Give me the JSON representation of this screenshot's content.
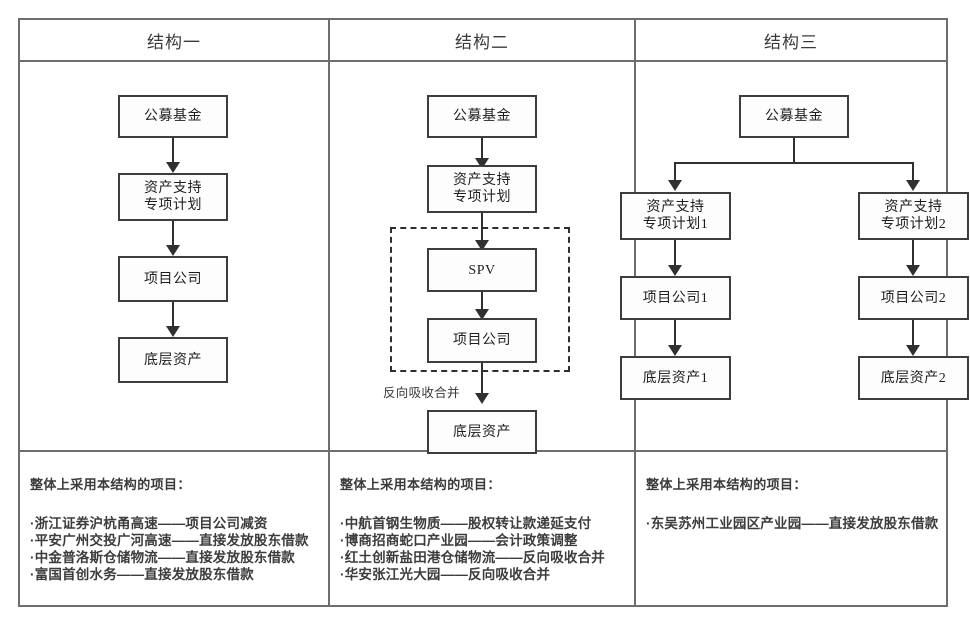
{
  "columns": [
    {
      "header": "结构一",
      "nodes": [
        {
          "label": "公募基金"
        },
        {
          "label": "资产支持\n专项计划"
        },
        {
          "label": "项目公司"
        },
        {
          "label": "底层资产"
        }
      ],
      "list_title": "整体上采用本结构的项目：",
      "list_items": [
        "·浙江证券沪杭甬高速——项目公司减资",
        "·平安广州交投广河高速——直接发放股东借款",
        "·中金普洛斯仓储物流——直接发放股东借款",
        "·富国首创水务——直接发放股东借款"
      ]
    },
    {
      "header": "结构二",
      "nodes": [
        {
          "label": "公募基金"
        },
        {
          "label": "资产支持\n专项计划"
        },
        {
          "label": "SPV"
        },
        {
          "label": "项目公司"
        },
        {
          "label": "底层资产"
        }
      ],
      "merge_label": "反向吸收合并",
      "list_title": "整体上采用本结构的项目：",
      "list_items": [
        "·中航首钢生物质——股权转让款递延支付",
        "·博商招商蛇口产业园——会计政策调整",
        "·红土创新盐田港仓储物流——反向吸收合并",
        "·华安张江光大园——反向吸收合并"
      ]
    },
    {
      "header": "结构三",
      "nodes": [
        {
          "label": "公募基金"
        },
        {
          "label": "资产支持\n专项计划1"
        },
        {
          "label": "资产支持\n专项计划2"
        },
        {
          "label": "项目公司1"
        },
        {
          "label": "项目公司2"
        },
        {
          "label": "底层资产1"
        },
        {
          "label": "底层资产2"
        }
      ],
      "list_title": "整体上采用本结构的项目：",
      "list_items": [
        "·东吴苏州工业园区产业园——直接发放股东借款"
      ]
    }
  ],
  "colors": {
    "table_border": "#6e6e6e",
    "node_border": "#3d3d3d",
    "connector": "#303030",
    "text": "#2b2b2b"
  }
}
